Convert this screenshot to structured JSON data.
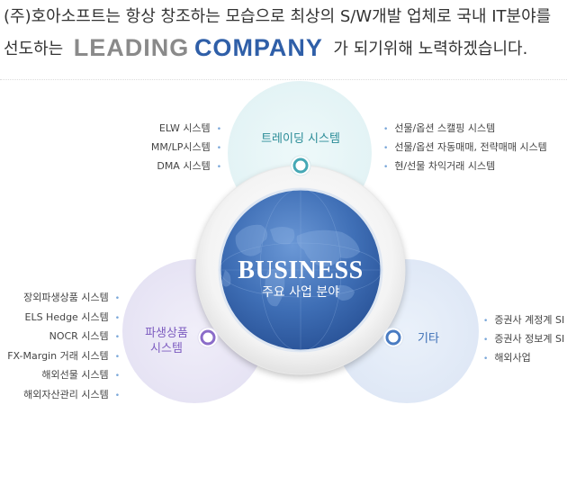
{
  "intro": {
    "line1": "(주)호아소프트는 항상 창조하는 모습으로 최상의 S/W개발 업체로 국내 IT분야를",
    "line2_prefix": "선도하는",
    "line2_leading": "LEADING",
    "line2_company": "COMPANY",
    "line2_suffix": "가 되기위해 노력하겠습니다."
  },
  "center": {
    "title": "BUSINESS",
    "subtitle": "주요 사업 분야"
  },
  "categories": {
    "trading": {
      "label": "트레이딩 시스템",
      "left_items": [
        "ELW 시스템",
        "MM/LP시스템",
        "DMA 시스템"
      ],
      "right_items": [
        "선물/옵션 스캘핑 시스템",
        "선물/옵션 자동매매, 전략매매 시스템",
        "현/선물 차익거래 시스템"
      ]
    },
    "derivatives": {
      "label_line1": "파생상품",
      "label_line2": "시스템",
      "items": [
        "장외파생상품 시스템",
        "ELS Hedge 시스템",
        "NOCR 시스템",
        "FX-Margin 거래 시스템",
        "해외선물 시스템",
        "해외자산관리 시스템"
      ]
    },
    "etc": {
      "label": "기타",
      "items": [
        "증권사 계정계 SI",
        "증권사 정보계 SI",
        "해외사업"
      ]
    }
  },
  "colors": {
    "trading_circle": "#e6f5f6",
    "derivatives_circle": "#e9e7f5",
    "etc_circle": "#e2ebf7",
    "trading_label": "#2a8c97",
    "derivatives_label": "#7d5cc0",
    "etc_label": "#3a6db5",
    "center_blue": "#3f6fb6"
  },
  "icons": {
    "bullet": "•",
    "trading_node": "ring-node-icon",
    "derivatives_node": "ring-node-icon",
    "etc_node": "ring-node-icon",
    "center_globe": "world-map-icon"
  }
}
